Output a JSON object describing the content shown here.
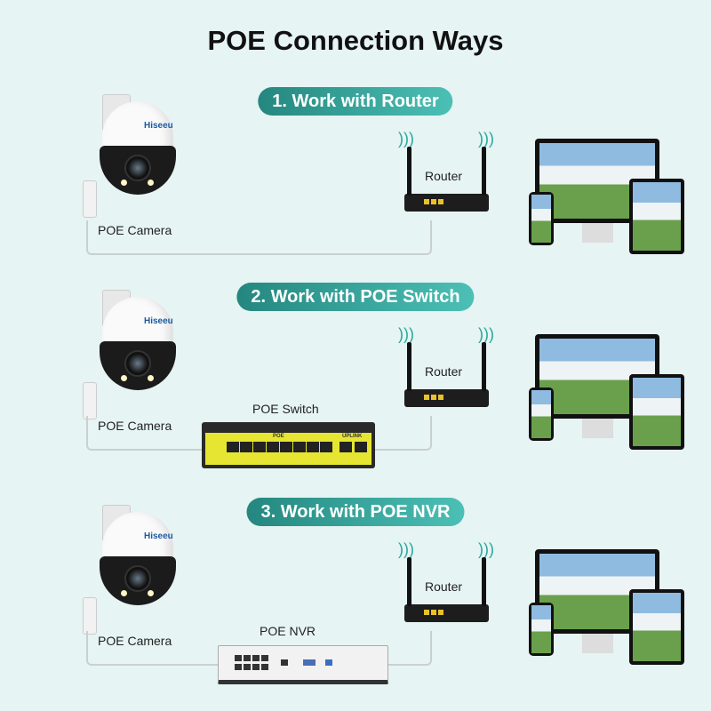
{
  "title": "POE Connection Ways",
  "sections": [
    {
      "heading": "1. Work with Router",
      "camera_label": "POE Camera",
      "camera_brand": "Hiseeu",
      "router_label": "Router",
      "device": null
    },
    {
      "heading": "2. Work with POE Switch",
      "camera_label": "POE Camera",
      "camera_brand": "Hiseeu",
      "router_label": "Router",
      "device": {
        "type": "switch",
        "label": "POE Switch",
        "poe_text": "POE",
        "uplink_text": "UPLINK"
      }
    },
    {
      "heading": "3. Work with POE NVR",
      "camera_label": "POE Camera",
      "camera_brand": "Hiseeu",
      "router_label": "Router",
      "device": {
        "type": "nvr",
        "label": "POE NVR"
      }
    }
  ],
  "colors": {
    "accent": "#2aa79d",
    "background": "#e6f4f3"
  }
}
